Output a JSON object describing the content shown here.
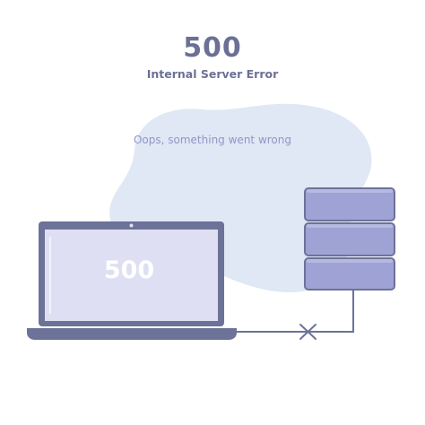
{
  "error": {
    "code": "500",
    "title": "Internal Server Error",
    "message": "Oops, something went wrong"
  },
  "laptop": {
    "screen_code": "500"
  },
  "colors": {
    "blob": "#dfe8f4",
    "laptop_body": "#6d7299",
    "screen": "#dedff2",
    "server": "#9ea2d4",
    "server_border": "#6d7299",
    "text_dark": "#6b7096",
    "text_light": "#9296c6"
  },
  "icons": [
    "laptop-icon",
    "server-icon",
    "disconnected-cable-icon"
  ]
}
